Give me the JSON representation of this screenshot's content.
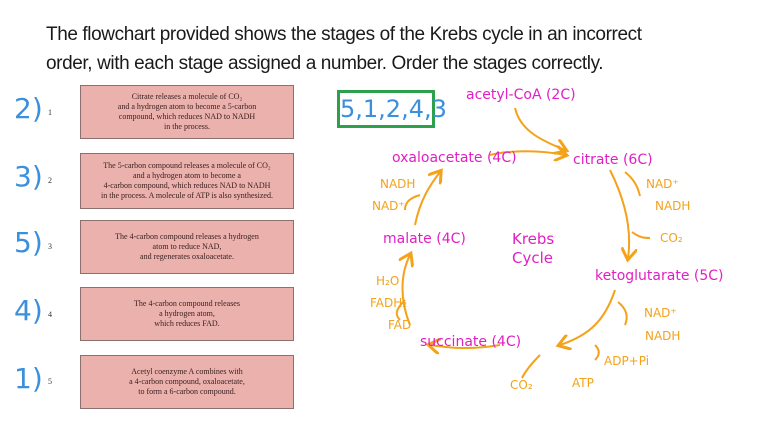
{
  "title": {
    "line1": "The flowchart provided shows the stages of the Krebs cycle in an incorrect",
    "line2": "order, with each stage assigned a number. Order the stages correctly."
  },
  "stages": [
    {
      "answer": "2)",
      "index": "1",
      "text": "Citrate releases a molecule of CO₂\nand a hydrogen atom to become a 5-carbon\ncompound, which reduces NAD to NADH\nin the process."
    },
    {
      "answer": "3)",
      "index": "2",
      "text": "The 5-carbon compound releases a molecule of CO₂\nand a hydrogen atom to become a\n4-carbon compound, which reduces NAD to NADH\nin the process. A molecule of ATP is also synthesized."
    },
    {
      "answer": "5)",
      "index": "3",
      "text": "The 4-carbon compound releases a hydrogen\natom to reduce NAD,\nand regenerates oxaloacetate."
    },
    {
      "answer": "4)",
      "index": "4",
      "text": "The 4-carbon compound releases\na hydrogen atom,\nwhich reduces FAD."
    },
    {
      "answer": "1)",
      "index": "5",
      "text": "Acetyl coenzyme A combines with\na 4-carbon compound, oxaloacetate,\nto form a 6-carbon compound."
    }
  ],
  "answer_order": "5,1,2,4,3",
  "cycle": {
    "center1": "Krebs",
    "center2": "Cycle",
    "acetyl": "acetyl-CoA (2C)",
    "citrate": "citrate (6C)",
    "ketoglutarate": "ketoglutarate (5C)",
    "succinate": "succinate (4C)",
    "malate": "malate (4C)",
    "oxaloacetate": "oxaloacetate (4C)",
    "side": {
      "nad1": "NAD⁺",
      "nadh1": "NADH",
      "co2_1": "CO₂",
      "nad2": "NAD⁺",
      "nadh2": "NADH",
      "adp": "ADP+Pi",
      "atp": "ATP",
      "co2_2": "CO₂",
      "fad": "FAD",
      "fadh2": "FADH₂",
      "h2o": "H₂O",
      "nadh3": "NADH",
      "nad3": "NAD⁺"
    }
  },
  "colors": {
    "pink": "#e21fc4",
    "orange": "#f4a21a",
    "blue": "#3b8fdc",
    "green": "#2ca04a",
    "box": "#ebb1ad"
  }
}
